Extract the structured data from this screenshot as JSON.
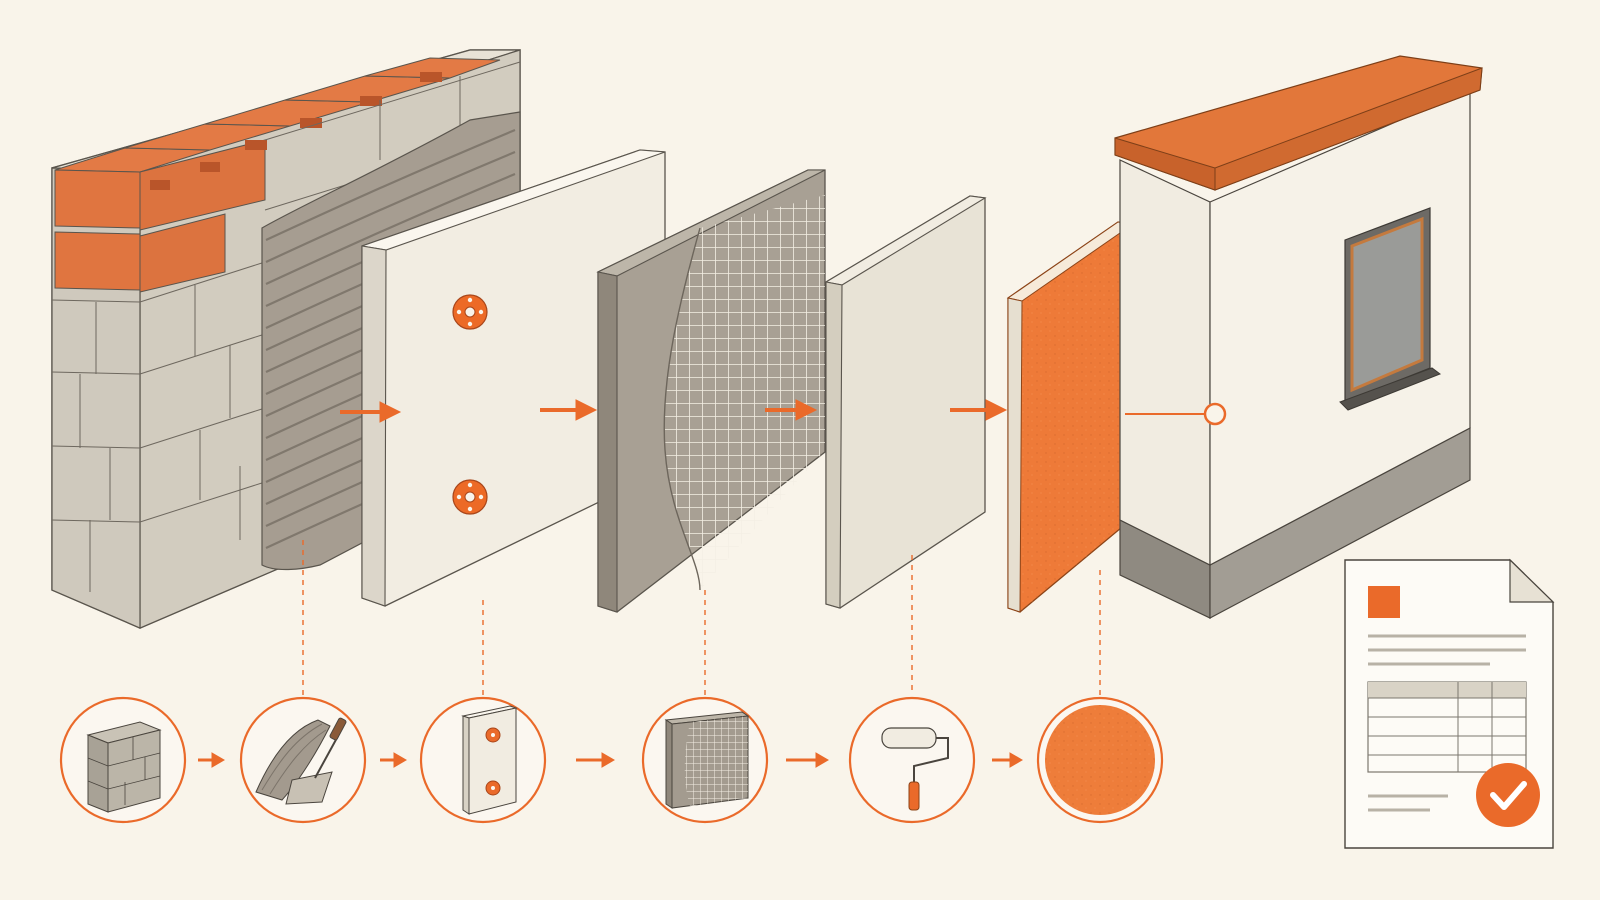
{
  "colors": {
    "background": "#f9f4ea",
    "accent": "#ea6a2a",
    "brick": "#e07a45",
    "block": "#d8d3c8",
    "adhesive": "#9d9489",
    "insulation": "#f6f1e6",
    "mesh_base": "#a39b8f",
    "primer": "#e7e1d4",
    "render": "#ee7d3a",
    "wall": "#f3eee3",
    "plinth": "#9a958d",
    "roof": "#e2773a",
    "line": "#4a453e"
  },
  "layers": [
    {
      "id": "masonry",
      "icon": "masonry-block-icon"
    },
    {
      "id": "adhesive",
      "icon": "trowel-adhesive-icon"
    },
    {
      "id": "insulation",
      "icon": "insulation-board-dowels-icon"
    },
    {
      "id": "reinforcement",
      "icon": "reinforcement-mesh-icon"
    },
    {
      "id": "primer",
      "icon": "paint-roller-icon"
    },
    {
      "id": "finish-render",
      "icon": "render-texture-swatch-icon"
    }
  ],
  "result": {
    "icon": "finished-house-wall-icon"
  },
  "document": {
    "icon": "approved-document-icon",
    "status": "checkmark-approved"
  }
}
